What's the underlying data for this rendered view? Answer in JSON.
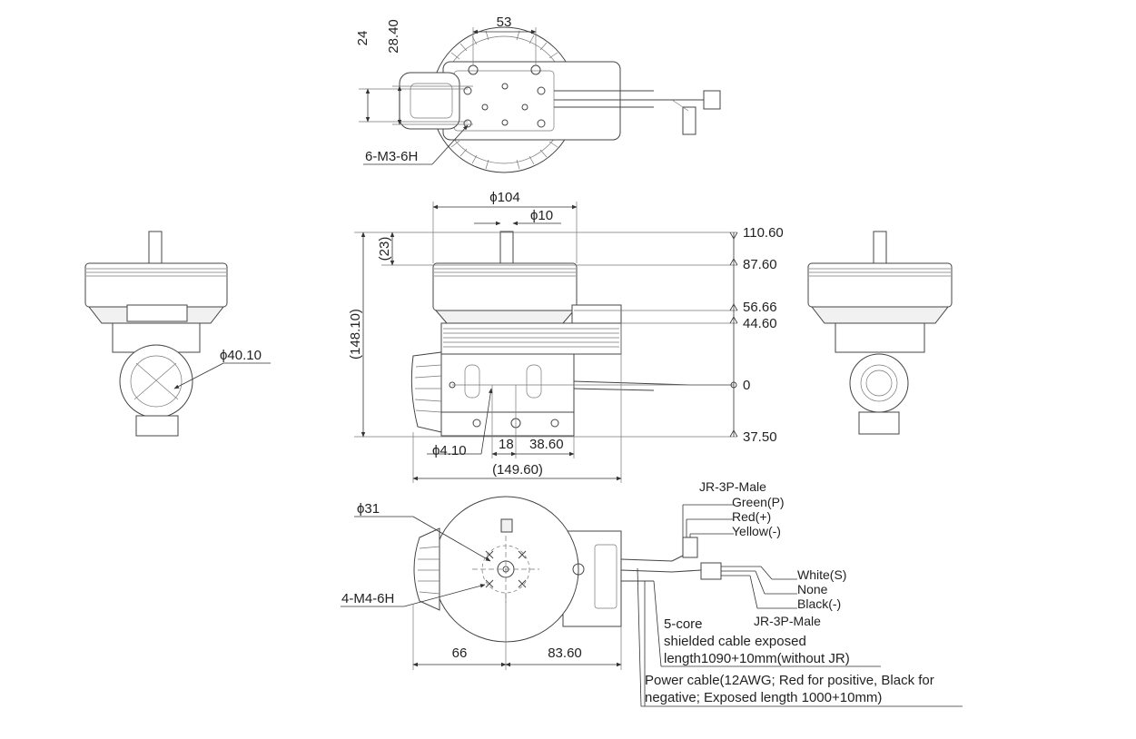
{
  "top_view": {
    "dim_top": "53",
    "dim_left_outer": "28.40",
    "dim_left_inner": "24",
    "callout": "6-M3-6H"
  },
  "side_view": {
    "dim_dia_outer": "ϕ104",
    "dim_dia_shaft": "ϕ10",
    "dim_h23": "(23)",
    "dim_total_height": "(148.10)",
    "levels": [
      "110.60",
      "87.60",
      "56.66",
      "44.60",
      "0",
      "37.50"
    ],
    "dim_hole": "ϕ4.10",
    "dim_18": "18",
    "dim_38": "38.60",
    "dim_total_width": "(149.60)"
  },
  "left_view": {
    "dim": "ϕ40.10"
  },
  "bottom_view": {
    "dim_dia": "ϕ31",
    "callout": "4-M4-6H",
    "dim_66": "66",
    "dim_83": "83.60"
  },
  "wiring": {
    "connector1": "JR-3P-Male",
    "wires1": [
      "Green(P)",
      "Red(+)",
      "Yellow(-)"
    ],
    "wires2": [
      "White(S)",
      "None",
      "Black(-)"
    ],
    "connector2": "JR-3P-Male",
    "cable_lines": [
      "5-core",
      "shielded cable exposed",
      "length1090+10mm(without JR)"
    ],
    "power_lines": [
      "Power cable(12AWG; Red for positive, Black for",
      "negative; Exposed length 1000+10mm)"
    ]
  }
}
